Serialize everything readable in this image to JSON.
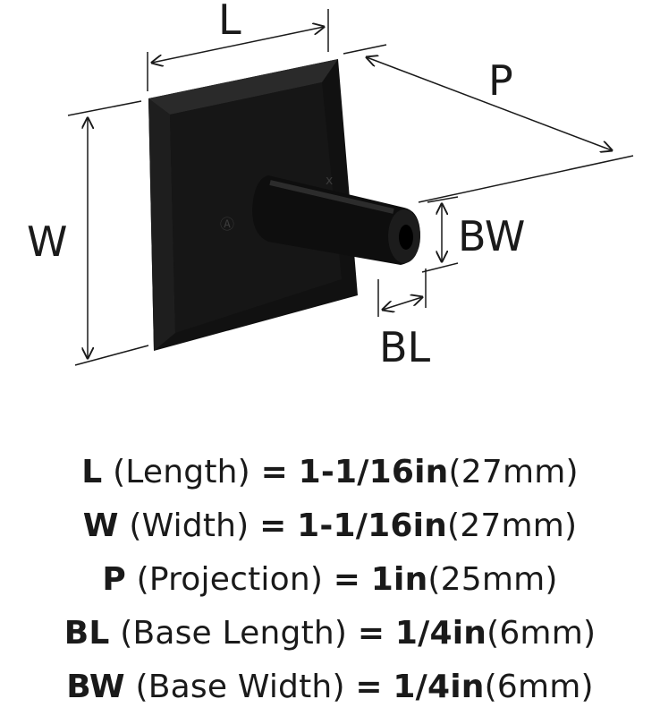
{
  "diagram": {
    "labels": {
      "L": "L",
      "W": "W",
      "P": "P",
      "BW": "BW",
      "BL": "BL"
    }
  },
  "specs": [
    {
      "abbr": "L",
      "name": "(Length)",
      "eq": "=",
      "imperial": "1-1/16in",
      "metric": "(27mm)"
    },
    {
      "abbr": "W",
      "name": "(Width)",
      "eq": "=",
      "imperial": "1-1/16in",
      "metric": "(27mm)"
    },
    {
      "abbr": "P",
      "name": "(Projection)",
      "eq": "=",
      "imperial": "1in",
      "metric": "(25mm)"
    },
    {
      "abbr": "BL",
      "name": "(Base Length)",
      "eq": "=",
      "imperial": "1/4in",
      "metric": "(6mm)"
    },
    {
      "abbr": "BW",
      "name": "(Base Width)",
      "eq": "=",
      "imperial": "1/4in",
      "metric": "(6mm)"
    }
  ],
  "colors": {
    "product": "#141414",
    "lines": "#1a1a1a",
    "background": "#ffffff"
  }
}
